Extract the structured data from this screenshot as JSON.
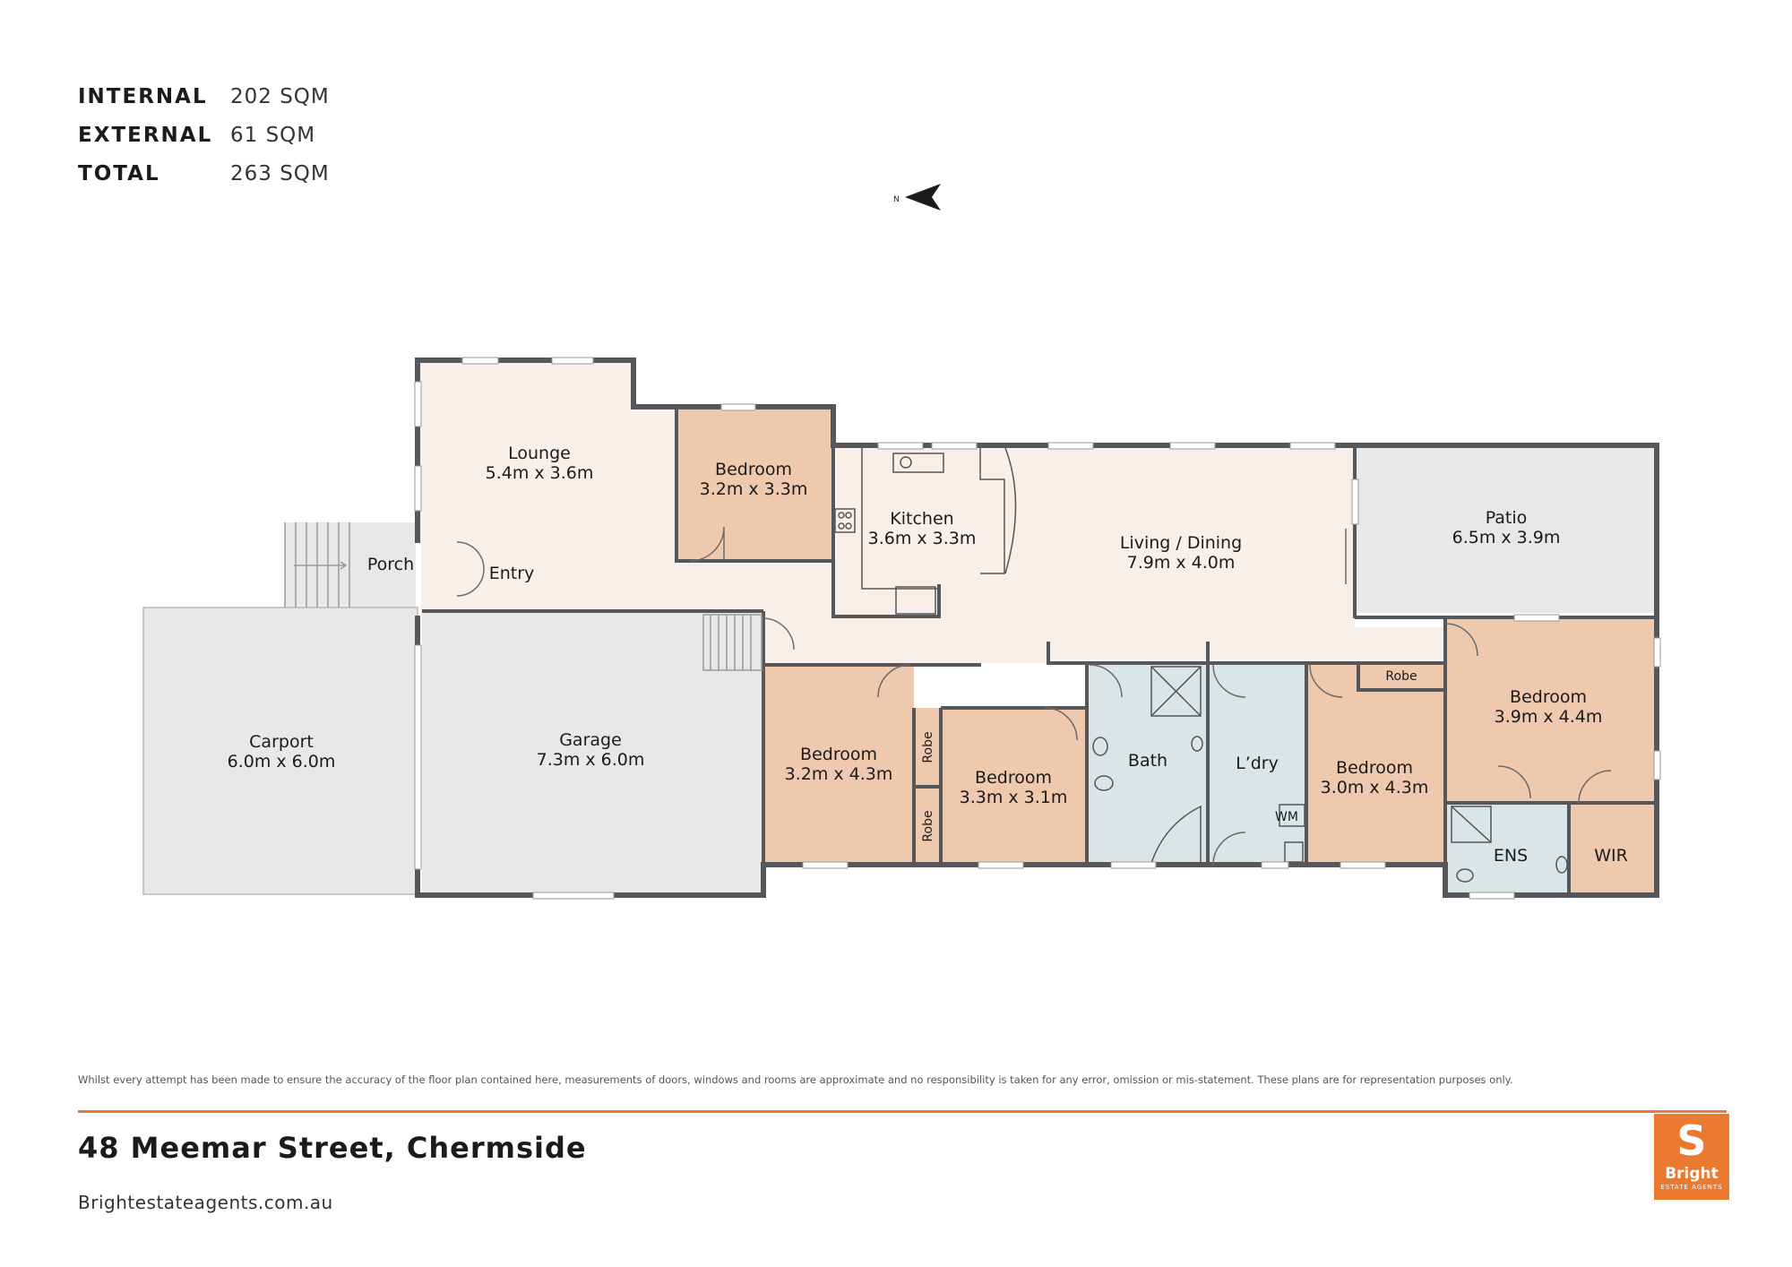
{
  "areas": [
    {
      "label": "INTERNAL",
      "value": "202 SQM"
    },
    {
      "label": "EXTERNAL",
      "value": "61 SQM"
    },
    {
      "label": "TOTAL",
      "value": "263 SQM"
    }
  ],
  "compass": {
    "label": "N",
    "icon": "north-arrow-icon"
  },
  "rooms": {
    "lounge": {
      "name": "Lounge",
      "dims": "5.4m x 3.6m"
    },
    "bedroom_front": {
      "name": "Bedroom",
      "dims": "3.2m x 3.3m"
    },
    "kitchen": {
      "name": "Kitchen",
      "dims": "3.6m x 3.3m"
    },
    "living": {
      "name": "Living / Dining",
      "dims": "7.9m x 4.0m"
    },
    "patio": {
      "name": "Patio",
      "dims": "6.5m x 3.9m"
    },
    "porch": {
      "name": "Porch"
    },
    "entry": {
      "name": "Entry"
    },
    "carport": {
      "name": "Carport",
      "dims": "6.0m x 6.0m"
    },
    "garage": {
      "name": "Garage",
      "dims": "7.3m x 6.0m"
    },
    "bedroom_2": {
      "name": "Bedroom",
      "dims": "3.2m x 4.3m"
    },
    "robe_1": {
      "name": "Robe"
    },
    "robe_2": {
      "name": "Robe"
    },
    "bedroom_3": {
      "name": "Bedroom",
      "dims": "3.3m x 3.1m"
    },
    "bath": {
      "name": "Bath"
    },
    "laundry": {
      "name": "L’dry"
    },
    "wm": {
      "name": "WM"
    },
    "bedroom_4": {
      "name": "Bedroom",
      "dims": "3.0m x 4.3m"
    },
    "robe_3": {
      "name": "Robe"
    },
    "bedroom_master": {
      "name": "Bedroom",
      "dims": "3.9m x 4.4m"
    },
    "ens": {
      "name": "ENS"
    },
    "wir": {
      "name": "WIR"
    }
  },
  "disclaimer": "Whilst every attempt has been made to ensure the accuracy of the floor plan contained here, measurements of doors, windows and rooms are approximate and no responsibility is taken for any error, omission or mis-statement. These plans are for representation purposes only.",
  "address": "48 Meemar Street, Chermside",
  "website": "Brightestateagents.com.au",
  "logo": {
    "mark": "S",
    "name": "Bright",
    "sub": "ESTATE AGENTS"
  },
  "colors": {
    "living": "#f8efe8",
    "bedroom": "#efc9ad",
    "external": "#e8e8e8",
    "wet": "#d9e5e6",
    "wall": "#55575a",
    "accent": "#ea7a2f",
    "window": "#ffffff"
  }
}
